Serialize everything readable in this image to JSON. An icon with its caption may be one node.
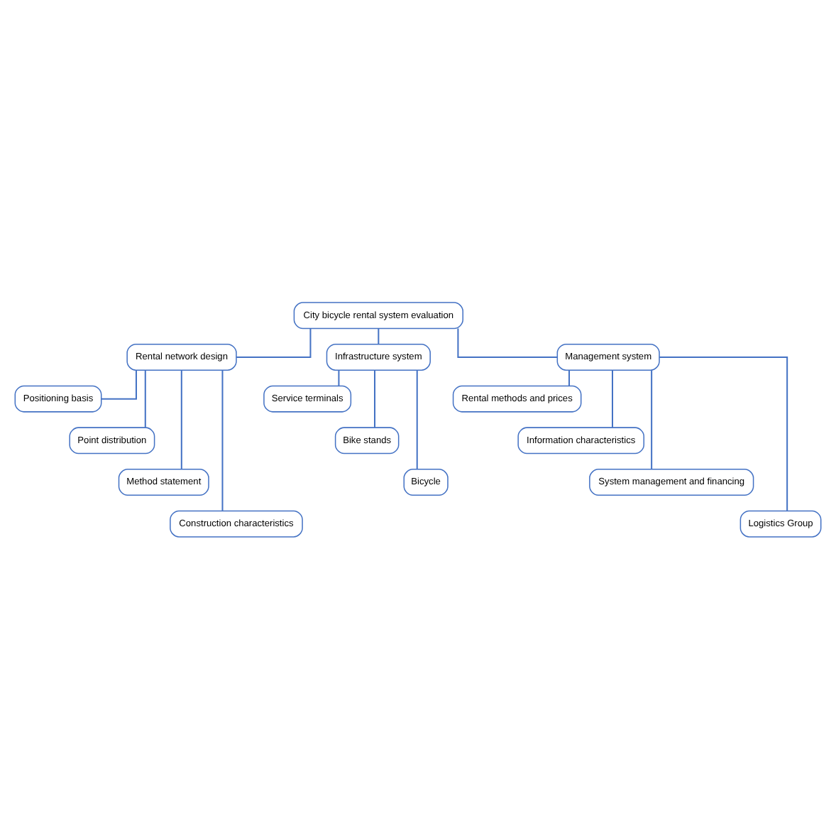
{
  "diagram": {
    "nodes": [
      {
        "text": [
          "City bicycle rental system evaluation"
        ]
      },
      {
        "text": [
          "Rental network design"
        ]
      },
      {
        "text": [
          "Infrastructure system"
        ]
      },
      {
        "text": [
          "Management system"
        ]
      },
      {
        "text": [
          "Positioning basis"
        ]
      },
      {
        "text": [
          "Point distribution"
        ]
      },
      {
        "text": [
          "Method statement"
        ]
      },
      {
        "text": [
          "Construction characteristics"
        ]
      },
      {
        "text": [
          "Service terminals"
        ]
      },
      {
        "text": [
          "Bike stands"
        ]
      },
      {
        "text": [
          "Bicycle"
        ]
      },
      {
        "text": [
          "Rental methods and prices"
        ]
      },
      {
        "text": [
          "Information characteristics"
        ]
      },
      {
        "text": [
          "System management and financing"
        ]
      },
      {
        "text": [
          "Logistics Group"
        ]
      }
    ],
    "edges": [
      {
        "from": 0,
        "to": 1,
        "arrow": "none"
      },
      {
        "from": 0,
        "to": 2,
        "arrow": "none"
      },
      {
        "from": 0,
        "to": 3,
        "arrow": "none"
      },
      {
        "from": 1,
        "to": 4,
        "arrow": "none"
      },
      {
        "from": 1,
        "to": 5,
        "arrow": "none"
      },
      {
        "from": 1,
        "to": 6,
        "arrow": "none"
      },
      {
        "from": 1,
        "to": 7,
        "arrow": "none"
      },
      {
        "from": 2,
        "to": 8,
        "arrow": "none"
      },
      {
        "from": 2,
        "to": 9,
        "arrow": "none"
      },
      {
        "from": 2,
        "to": 10,
        "arrow": "none"
      },
      {
        "from": 3,
        "to": 11,
        "arrow": "none"
      },
      {
        "from": 3,
        "to": 12,
        "arrow": "none"
      },
      {
        "from": 3,
        "to": 13,
        "arrow": "none"
      },
      {
        "from": 3,
        "to": 14,
        "arrow": "none"
      }
    ]
  }
}
